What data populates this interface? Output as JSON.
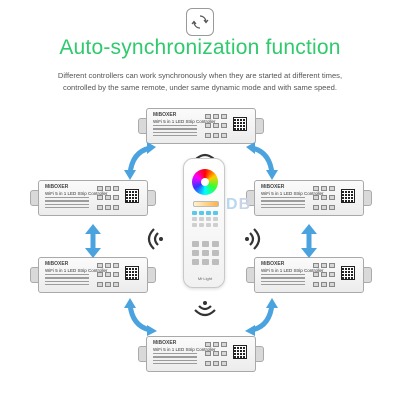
{
  "header": {
    "icon": "sync-icon",
    "title": "Auto-synchronization function",
    "description_line1": "Different controllers can work synchronously when they are started at different times,",
    "description_line2": "controlled by the same remote, under same dynamic mode and with same speed."
  },
  "controllers": [
    {
      "brand": "MiBOXER",
      "model": "WiFi 5 in 1 LED Strip Controller"
    },
    {
      "brand": "MiBOXER",
      "model": "WiFi 5 in 1 LED Strip Controller"
    },
    {
      "brand": "MiBOXER",
      "model": "WiFi 5 in 1 LED Strip Controller"
    },
    {
      "brand": "MiBOXER",
      "model": "WiFi 5 in 1 LED Strip Controller"
    },
    {
      "brand": "MiBOXER",
      "model": "WiFi 5 in 1 LED Strip Controller"
    },
    {
      "brand": "MiBOXER",
      "model": "WiFi 5 in 1 LED Strip Controller"
    }
  ],
  "remote": {
    "brand": "Mi·Light",
    "overlay_label_1": "D",
    "overlay_label_2": "B"
  },
  "colors": {
    "title": "#2fca6d",
    "arrow": "#4aa3df",
    "wifi": "#333333"
  }
}
